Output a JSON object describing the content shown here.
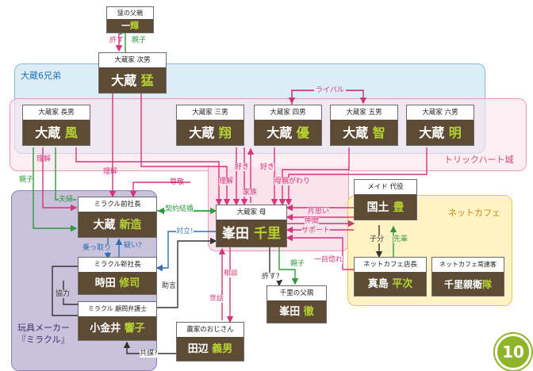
{
  "regions": {
    "brothers": {
      "label": "大蔵6兄弟",
      "fill": "#dcedf8",
      "border": "#84bde0",
      "color": "#1f6fb5"
    },
    "trick": {
      "label": "トリックハート城",
      "fill": "#fbe3ec",
      "border": "#ec97b6",
      "color": "#d04a7d"
    },
    "cafe": {
      "label": "ネットカフェ",
      "fill": "#fff3c4",
      "border": "#e9c84a",
      "color": "#c48a10"
    },
    "miracle": {
      "label_line1": "玩具メーカー",
      "label_line2": "『ミラクル』",
      "fill": "#c9c2dc",
      "border": "#8a7fb2",
      "color": "#3d2f6a"
    }
  },
  "people": {
    "mou_father": {
      "sub": "猛の父親",
      "name_a": "一",
      "name_b": "輝"
    },
    "mou": {
      "sub": "大蔵家 次男",
      "name_a": "大蔵 ",
      "name_b": "猛"
    },
    "fuu": {
      "sub": "大蔵家 長男",
      "name_a": "大蔵 ",
      "name_b": "風"
    },
    "shou": {
      "sub": "大蔵家 三男",
      "name_a": "大蔵 ",
      "name_b": "翔"
    },
    "yuu": {
      "sub": "大蔵家 四男",
      "name_a": "大蔵 ",
      "name_b": "優"
    },
    "satoshi": {
      "sub": "大蔵家 五男",
      "name_a": "大蔵 ",
      "name_b": "智"
    },
    "akira": {
      "sub": "大蔵家 六男",
      "name_a": "大蔵 ",
      "name_b": "明"
    },
    "mother": {
      "sub": "大蔵家 母",
      "name_a": "峯田 ",
      "name_b": "千里"
    },
    "maid": {
      "sub": "メイド 代役",
      "name_a": "国土 ",
      "name_b": "豊"
    },
    "cafe_manager": {
      "sub": "ネットカフェ店長",
      "name_a": "真島 ",
      "name_b": "平次"
    },
    "cafe_regular": {
      "sub": "ネットカフェ常連客",
      "name_a": "千里親衛",
      "name_b": "隊"
    },
    "chisato_father": {
      "sub": "千里の父親",
      "name_a": "峯田 ",
      "name_b": "徹"
    },
    "former_president": {
      "sub": "ミラクル前社長",
      "name_a": "大蔵 ",
      "name_b": "新造"
    },
    "new_president": {
      "sub": "ミラクル新社長",
      "name_a": "時田 ",
      "name_b": "修司"
    },
    "lawyer": {
      "sub": "ミラクル 顧問弁護士",
      "name_a": "小金井 ",
      "name_b": "響子"
    },
    "farmer": {
      "sub": "農家のおじさん",
      "name_a": "田辺 ",
      "name_b": "義男"
    }
  },
  "relations": {
    "yurusu": "許す",
    "oyako1": "親子",
    "rival": "ライバル",
    "rikai1": "理解",
    "oyako2": "親子",
    "rikai2": "理解",
    "sonkei": "尊敬",
    "suki1": "好き",
    "suki2": "好き",
    "rikai3": "理解",
    "kazoku": "家族",
    "hahaoyagawari": "母親がわり",
    "fuufu": "夫婦",
    "keiyaku": "契約結婚",
    "kataomoi": "片思い",
    "nakama": "仲間",
    "support": "サポート",
    "taiju": "対立!",
    "nottori": "乗っ取り",
    "utagai": "疑い?",
    "jogen": "助言",
    "soudan": "相談",
    "sewa": "世話",
    "yurusu2": "許す?",
    "oyako3": "親子",
    "hitomebore": "一目惚れ",
    "kobun": "子分",
    "senpai": "先輩",
    "kyoubou": "協力",
    "kyouhan": "共謀?"
  },
  "page_number": "10"
}
